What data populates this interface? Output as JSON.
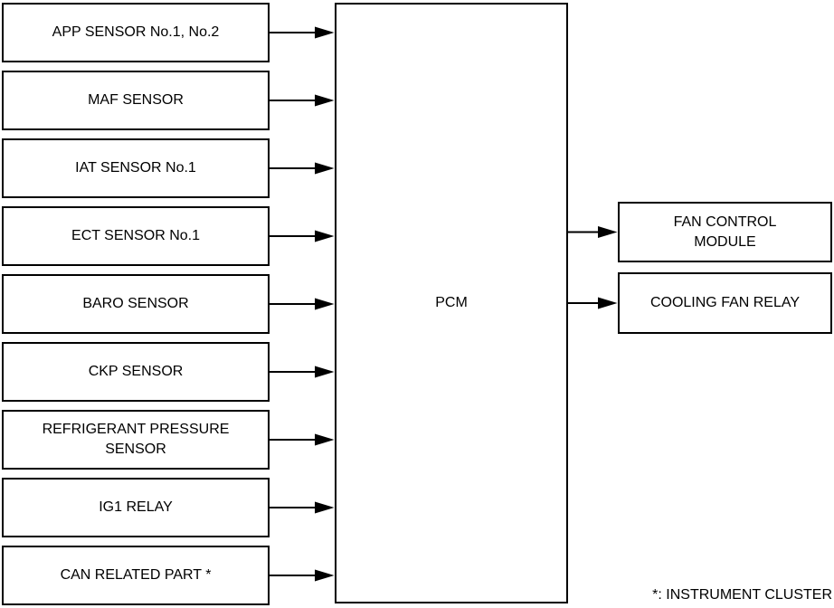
{
  "diagram": {
    "background": "#ffffff",
    "line_color": "#000000",
    "text_color": "#000000",
    "pcm_label": "PCM",
    "inputs": [
      "APP SENSOR No.1, No.2",
      "MAF SENSOR",
      "IAT SENSOR No.1",
      "ECT SENSOR No.1",
      "BARO SENSOR",
      "CKP SENSOR",
      "REFRIGERANT PRESSURE\nSENSOR",
      "IG1 RELAY",
      "CAN RELATED PART *"
    ],
    "outputs": [
      "FAN CONTROL\nMODULE",
      "COOLING FAN RELAY"
    ],
    "footnote": "*: INSTRUMENT CLUSTER"
  }
}
